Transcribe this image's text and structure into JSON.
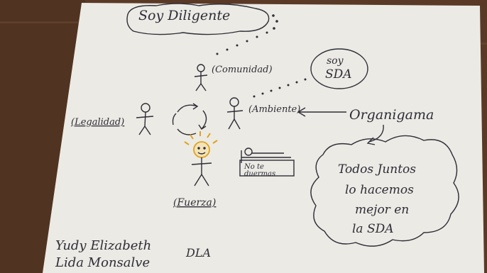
{
  "photo": {
    "colors": {
      "table": "#5a3a26",
      "paper": "#eceae4",
      "ink": "#2d2d38",
      "accent": "#e0a21f"
    },
    "labels": {
      "soy_diligente": "Soy Diligente",
      "comunidad": "(Comunidad)",
      "soy": "soy",
      "sda": "SDA",
      "ambiente": "(Ambiente)",
      "legalidad": "(Legalidad)",
      "organigrama": "Organigama",
      "no_te": "No te",
      "duermas": "duermas",
      "fuerza": "(Fuerza)",
      "cloud_line1": "Todos Juntos",
      "cloud_line2": "lo hacemos",
      "cloud_line3": "mejor en",
      "cloud_line4": "la SDA",
      "author_line1": "Yudy Elizabeth",
      "author_line2": "Lida Monsalve",
      "dla": "DLA"
    }
  }
}
